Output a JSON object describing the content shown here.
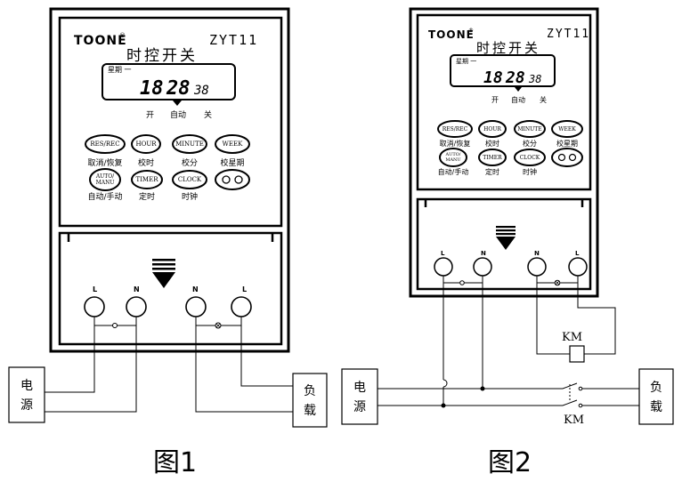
{
  "devices": [
    {
      "brand": "TOONE",
      "brand_mark": "®",
      "model": "ZYT11",
      "title": "时控开关",
      "lcd": {
        "weekday": "星期 一",
        "hour": "18",
        "minute": "28",
        "second": "38"
      },
      "modes": {
        "on": "开",
        "auto": "自动",
        "off": "关"
      },
      "buttons": [
        {
          "label": "RES/REC",
          "caption": "取消/恢复"
        },
        {
          "label": "HOUR",
          "caption": "校时"
        },
        {
          "label": "MINUTE",
          "caption": "校分"
        },
        {
          "label": "WEEK",
          "caption": "校星期"
        },
        {
          "label_line1": "AUTO/",
          "label_line2": "MANU",
          "caption": "自动/手动"
        },
        {
          "label": "TIMER",
          "caption": "定时"
        },
        {
          "label": "CLOCK",
          "caption": "时钟"
        },
        {
          "label": "○ ○",
          "caption": ""
        }
      ],
      "terminals": [
        "L",
        "N",
        "N",
        "L"
      ]
    },
    {
      "brand": "TOONE",
      "brand_mark": "®",
      "model": "ZYT11",
      "title": "时控开关",
      "lcd": {
        "weekday": "星期 一",
        "hour": "18",
        "minute": "28",
        "second": "38"
      },
      "modes": {
        "on": "开",
        "auto": "自动",
        "off": "关"
      },
      "buttons": [
        {
          "label": "RES/REC",
          "caption": "取消/恢复"
        },
        {
          "label": "HOUR",
          "caption": "校时"
        },
        {
          "label": "MINUTE",
          "caption": "校分"
        },
        {
          "label": "WEEK",
          "caption": "校星期"
        },
        {
          "label_line1": "AUTO/",
          "label_line2": "MANU",
          "caption": "自动/手动"
        },
        {
          "label": "TIMER",
          "caption": "定时"
        },
        {
          "label": "CLOCK",
          "caption": "时钟"
        },
        {
          "label": "○ ○",
          "caption": ""
        }
      ],
      "terminals": [
        "L",
        "N",
        "N",
        "L"
      ]
    }
  ],
  "boxes": {
    "power_line1": "电",
    "power_line2": "源",
    "load_line1": "负",
    "load_line2": "载"
  },
  "contactor_label": "KM",
  "figure_captions": [
    "图1",
    "图2"
  ]
}
